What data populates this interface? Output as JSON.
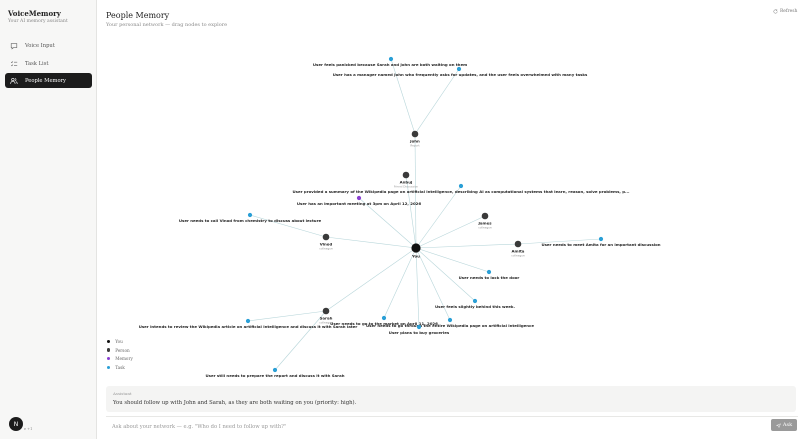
{
  "app": {
    "title": "VoiceMemory",
    "subtitle": "Your AI memory assistant"
  },
  "sidebar": {
    "items": [
      {
        "label": "Voice Input",
        "icon": "chat-bubble-icon",
        "active": false
      },
      {
        "label": "Task List",
        "icon": "checklist-icon",
        "active": false
      },
      {
        "label": "People Memory",
        "icon": "people-icon",
        "active": true
      }
    ],
    "avatar_letter": "N",
    "avatar_tail": "e +1"
  },
  "header": {
    "title": "People Memory",
    "subtitle": "Your personal network — drag nodes to explore",
    "refresh_label": "Refresh"
  },
  "colors": {
    "you": "#111111",
    "person": "#3a3a3a",
    "memory": "#8a3fd1",
    "task": "#2a9fd6",
    "edge": "#b8d6da"
  },
  "graph": {
    "nodes": [
      {
        "id": "you",
        "type": "you",
        "label": "You",
        "sub": ""
      },
      {
        "id": "john",
        "type": "person",
        "label": "John",
        "sub": "Report"
      },
      {
        "id": "anbuj",
        "type": "person",
        "label": "Anbuj",
        "sub": "Friend Discussion"
      },
      {
        "id": "james",
        "type": "person",
        "label": "James",
        "sub": "colleague"
      },
      {
        "id": "vinod",
        "type": "person",
        "label": "Vinod",
        "sub": "colleague"
      },
      {
        "id": "amita",
        "type": "person",
        "label": "Amita",
        "sub": "colleague"
      },
      {
        "id": "sarah",
        "type": "person",
        "label": "Sarah",
        "sub": "colleague"
      },
      {
        "id": "t_panicked",
        "type": "task",
        "label": "User feels panicked because Sarah and John are both waiting on them",
        "sub": ""
      },
      {
        "id": "t_manager",
        "type": "task",
        "label": "User has a manager named John who frequently asks for updates, and the user feels overwhelmed with many tasks",
        "sub": ""
      },
      {
        "id": "t_summary",
        "type": "task",
        "label": "User provided a summary of the Wikipedia page on artificial intelligence, describing AI as computational systems that learn, reason, solve problems, p...",
        "sub": ""
      },
      {
        "id": "m_meeting",
        "type": "memory",
        "label": "User has an important meeting at 3pm on April 12, 2026",
        "sub": ""
      },
      {
        "id": "t_vinod",
        "type": "task",
        "label": "User needs to call Vinod from chemistry to discuss about lecture",
        "sub": ""
      },
      {
        "id": "t_amita",
        "type": "task",
        "label": "User needs to meet Amita for an important discussion",
        "sub": ""
      },
      {
        "id": "t_door",
        "type": "task",
        "label": "User needs to lock the door",
        "sub": ""
      },
      {
        "id": "t_behind",
        "type": "task",
        "label": "User feels slightly behind this week.",
        "sub": ""
      },
      {
        "id": "t_wiki",
        "type": "task",
        "label": "User needs to go through the entire Wikipedia page on artificial intelligence",
        "sub": ""
      },
      {
        "id": "t_market",
        "type": "task",
        "label": "User needs to go to the market on April 11, 2026",
        "sub": ""
      },
      {
        "id": "t_groceries",
        "type": "task",
        "label": "User plans to buy groceries",
        "sub": ""
      },
      {
        "id": "t_review",
        "type": "task",
        "label": "User intends to review the Wikipedia article on artificial intelligence and discuss it with Sarah later",
        "sub": ""
      },
      {
        "id": "t_report",
        "type": "task",
        "label": "User still needs to prepare the report and discuss it with Sarah",
        "sub": ""
      }
    ],
    "edges": [
      [
        "you",
        "john"
      ],
      [
        "you",
        "anbuj"
      ],
      [
        "you",
        "james"
      ],
      [
        "you",
        "vinod"
      ],
      [
        "you",
        "amita"
      ],
      [
        "you",
        "sarah"
      ],
      [
        "john",
        "t_panicked"
      ],
      [
        "john",
        "t_manager"
      ],
      [
        "you",
        "t_summary"
      ],
      [
        "you",
        "m_meeting"
      ],
      [
        "vinod",
        "t_vinod"
      ],
      [
        "amita",
        "t_amita"
      ],
      [
        "you",
        "t_door"
      ],
      [
        "you",
        "t_behind"
      ],
      [
        "you",
        "t_wiki"
      ],
      [
        "you",
        "t_market"
      ],
      [
        "you",
        "t_groceries"
      ],
      [
        "sarah",
        "t_review"
      ],
      [
        "sarah",
        "t_report"
      ]
    ]
  },
  "legend": [
    {
      "label": "You",
      "type": "you"
    },
    {
      "label": "Person",
      "type": "person"
    },
    {
      "label": "Memory",
      "type": "memory"
    },
    {
      "label": "Task",
      "type": "task"
    }
  ],
  "assistant": {
    "label": "Assistant",
    "text": "You should follow up with John and Sarah, as they are both waiting on you (priority: high)."
  },
  "ask": {
    "placeholder": "Ask about your network — e.g. \"Who do I need to follow up with?\"",
    "button_label": "Ask"
  }
}
